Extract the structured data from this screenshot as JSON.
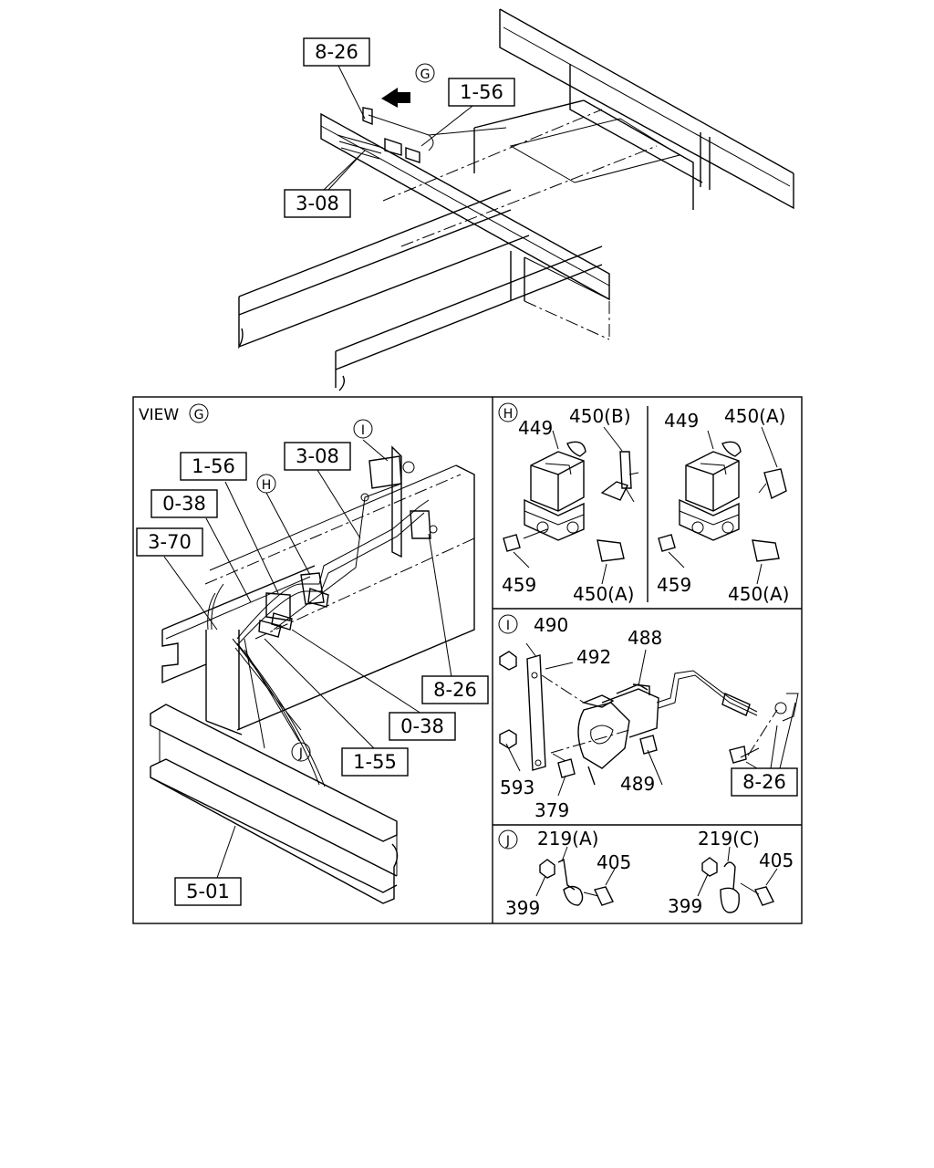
{
  "top": {
    "refs": [
      "8-26",
      "1-56",
      "3-08"
    ],
    "view_marker": "G"
  },
  "view_g": {
    "title": "VIEW",
    "marker": "G",
    "refs": [
      "1-56",
      "3-08",
      "0-38",
      "3-70",
      "8-26",
      "0-38",
      "1-55",
      "5-01"
    ],
    "markers": [
      "I",
      "H",
      "J"
    ]
  },
  "panel_h": {
    "marker": "H",
    "left": {
      "p449": "449",
      "p450b": "450(B)",
      "p459": "459",
      "p450a": "450(A)"
    },
    "right": {
      "p449": "449",
      "p450a_top": "450(A)",
      "p459": "459",
      "p450a": "450(A)"
    }
  },
  "panel_i": {
    "marker": "I",
    "parts": {
      "p490": "490",
      "p492": "492",
      "p488": "488",
      "p593": "593",
      "p379": "379",
      "p489": "489"
    },
    "ref": "8-26"
  },
  "panel_j": {
    "marker": "J",
    "left": {
      "p219": "219(A)",
      "p405": "405",
      "p399": "399"
    },
    "right": {
      "p219": "219(C)",
      "p405": "405",
      "p399": "399"
    }
  }
}
